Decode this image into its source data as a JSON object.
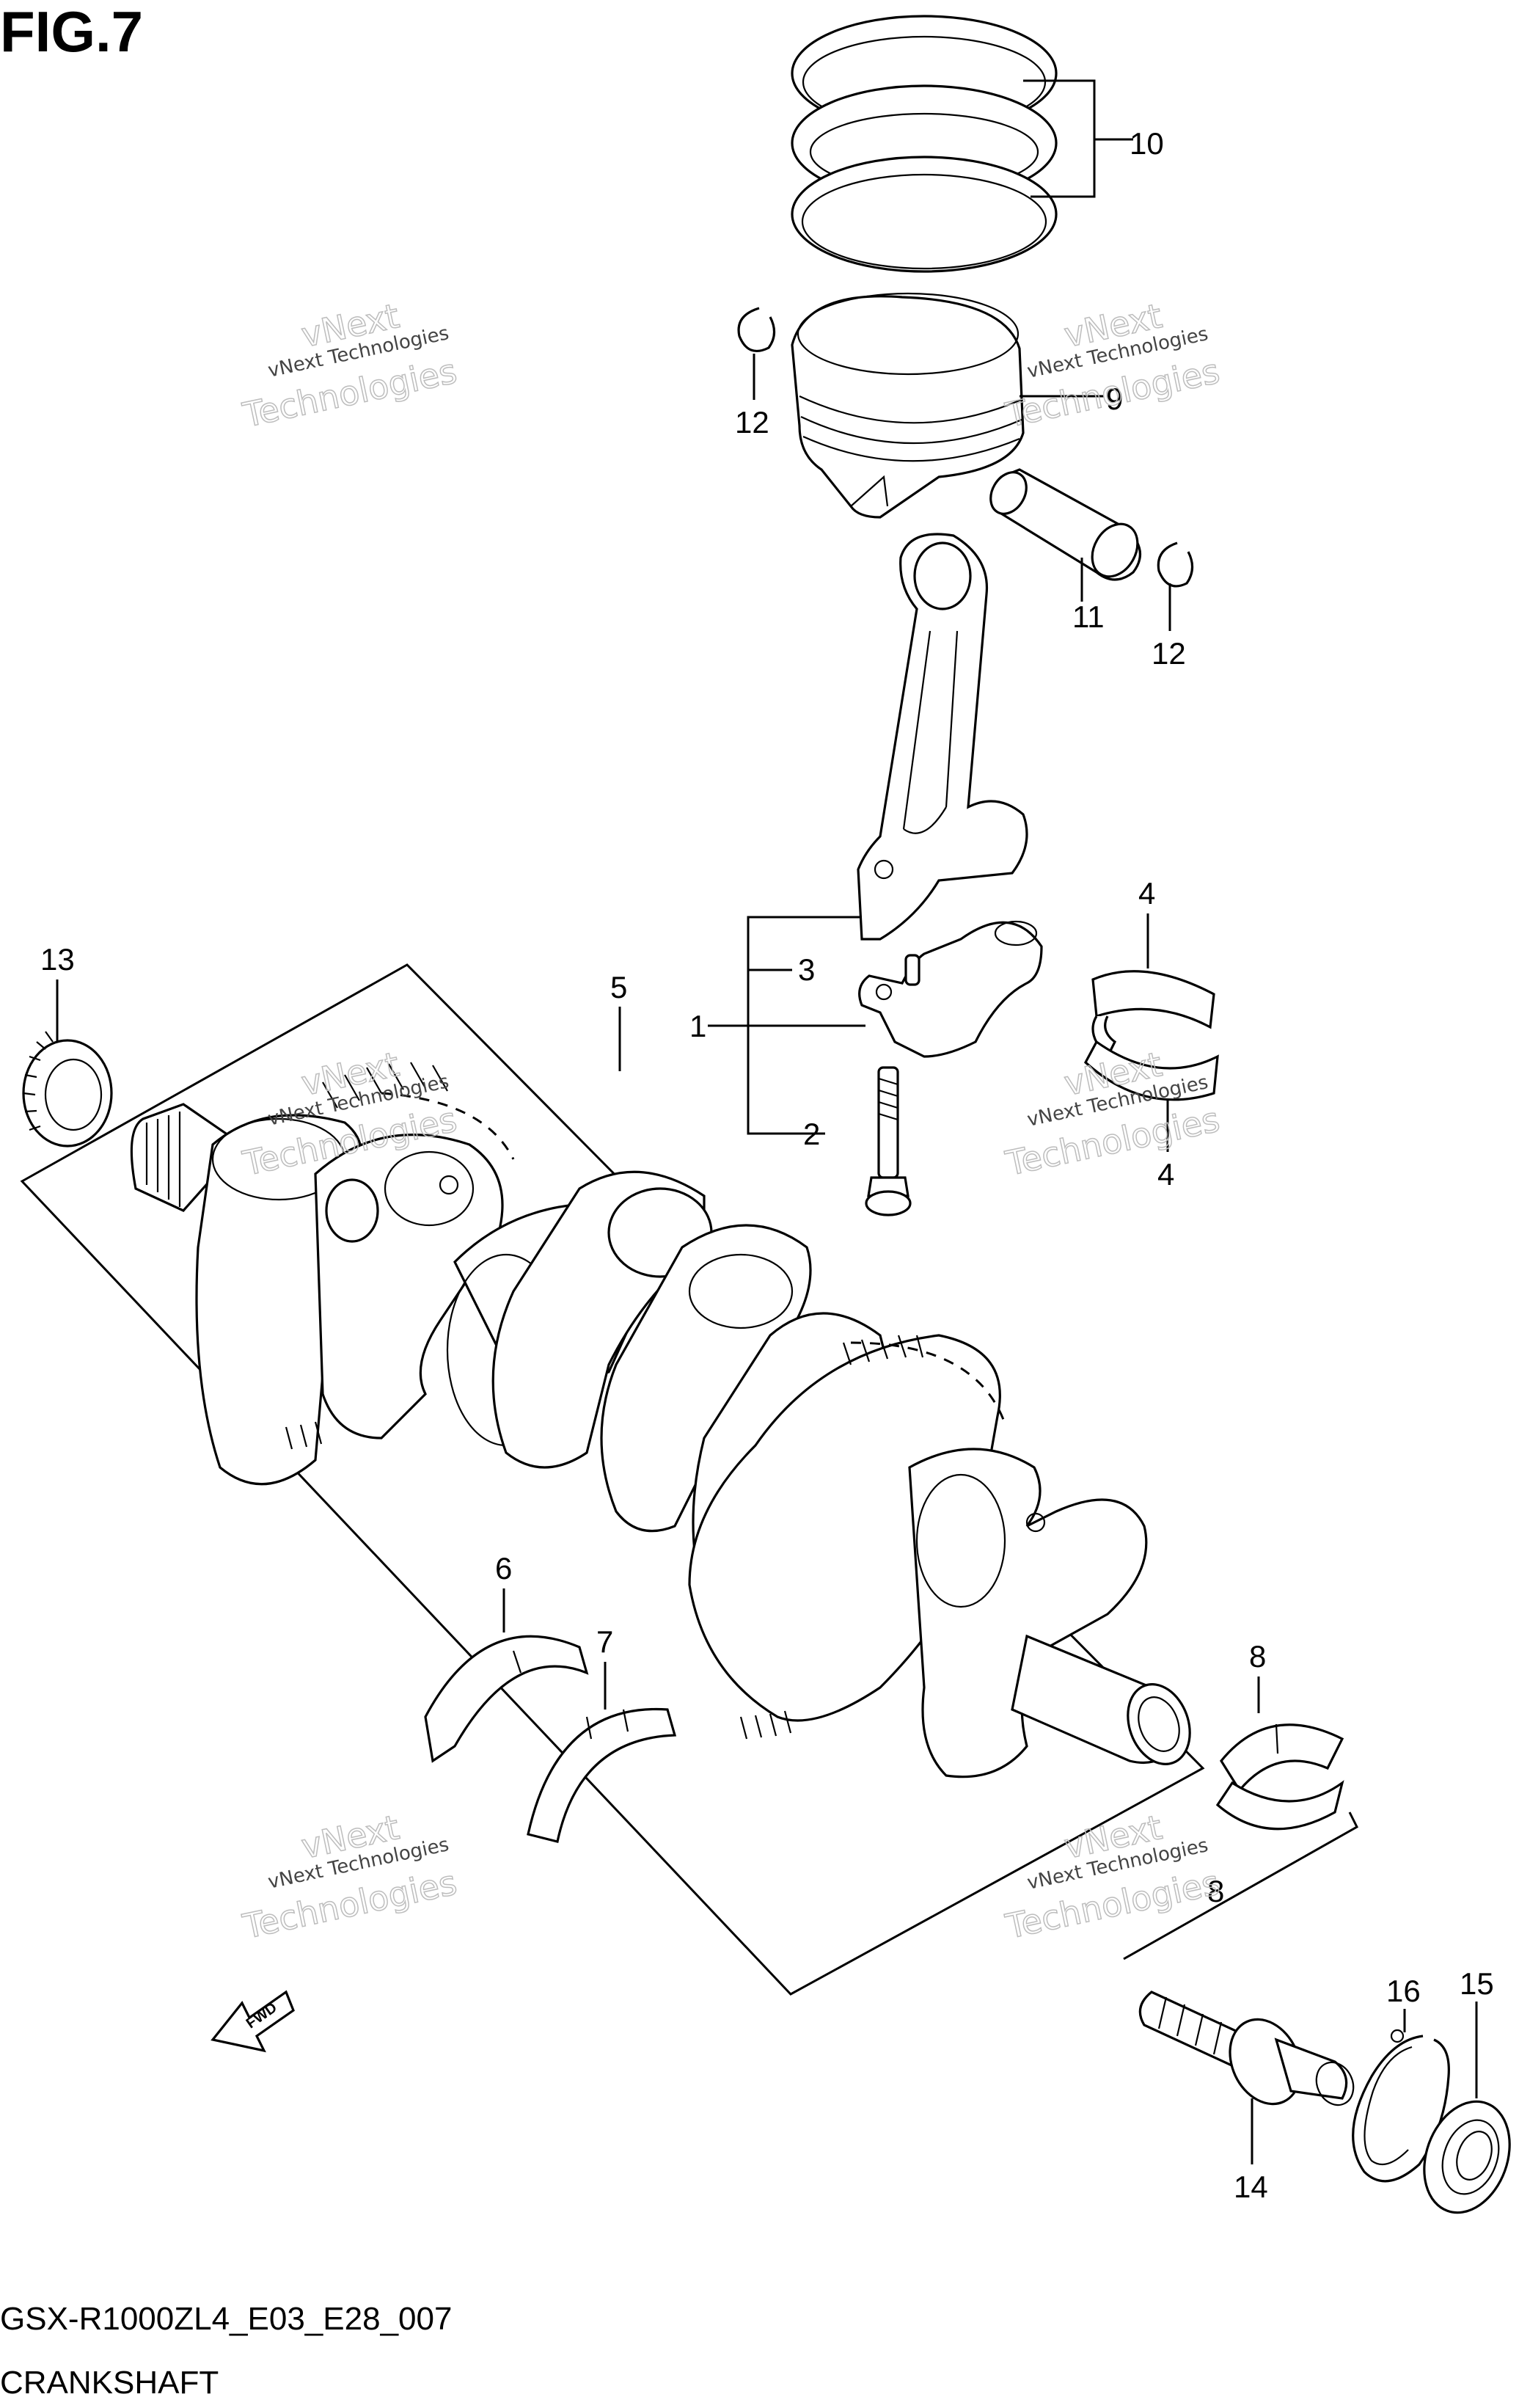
{
  "figure": {
    "title": "FIG.7",
    "footer_model": "GSX-R1000ZL4_E03_E28_007",
    "footer_name": "CRANKSHAFT",
    "fwd_label": "FWD"
  },
  "callouts": [
    {
      "id": "c1",
      "text": "1"
    },
    {
      "id": "c2",
      "text": "2"
    },
    {
      "id": "c3",
      "text": "3"
    },
    {
      "id": "c4a",
      "text": "4"
    },
    {
      "id": "c4b",
      "text": "4"
    },
    {
      "id": "c5",
      "text": "5"
    },
    {
      "id": "c6",
      "text": "6"
    },
    {
      "id": "c7",
      "text": "7"
    },
    {
      "id": "c8",
      "text": "8"
    },
    {
      "id": "c9",
      "text": "9"
    },
    {
      "id": "c10",
      "text": "10"
    },
    {
      "id": "c11",
      "text": "11"
    },
    {
      "id": "c12a",
      "text": "12"
    },
    {
      "id": "c12b",
      "text": "12"
    },
    {
      "id": "c13",
      "text": "13"
    },
    {
      "id": "c14",
      "text": "14"
    },
    {
      "id": "c15",
      "text": "15"
    },
    {
      "id": "c16",
      "text": "16"
    },
    {
      "id": "c8b",
      "text": "8"
    }
  ],
  "watermark": {
    "line1": "vNext Technologies",
    "line2": "vNext",
    "line3": "Technologies"
  }
}
